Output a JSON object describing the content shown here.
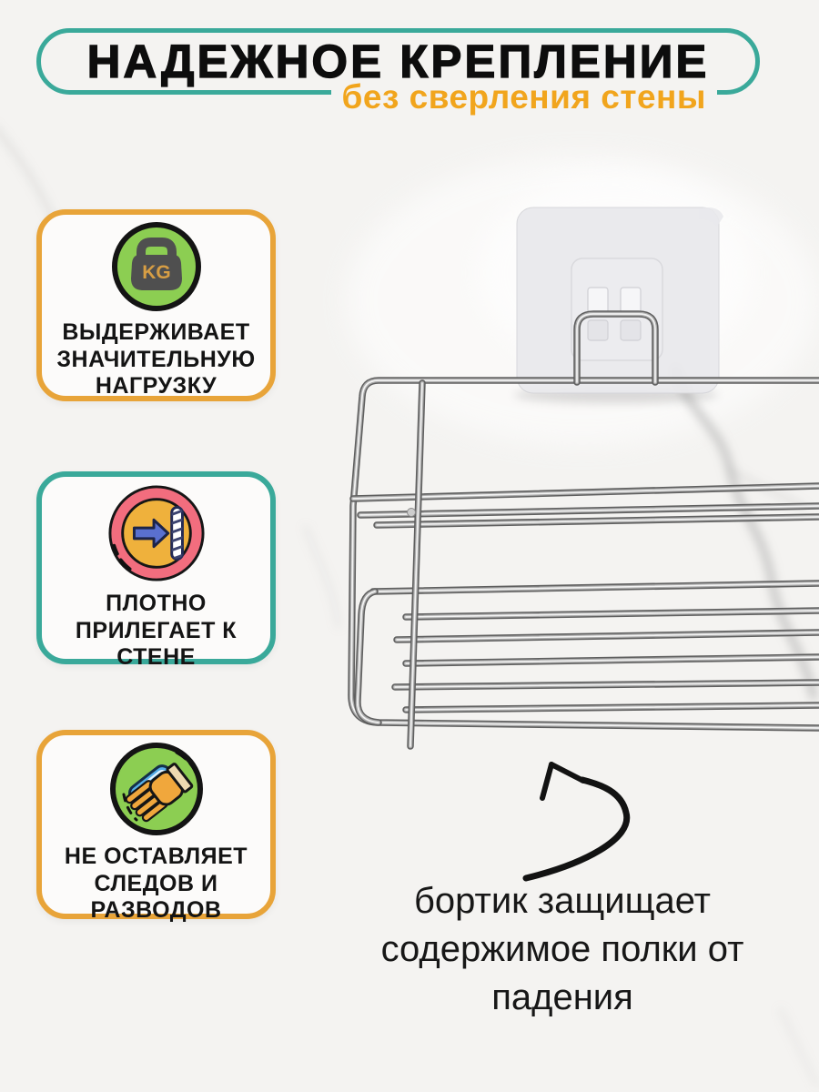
{
  "header": {
    "title": "НАДЕЖНОЕ КРЕПЛЕНИЕ",
    "subtitle": "без сверления стены"
  },
  "features": [
    {
      "icon": "kettlebell-weight-icon",
      "kg": "KG",
      "label": "ВЫДЕРЖИВАЕТ\nЗНАЧИТЕЛЬНУЮ\nНАГРУЗКУ",
      "border_color": "#E8A439",
      "icon_bg": "#8CCE52"
    },
    {
      "icon": "arrow-to-wall-icon",
      "label": "ПЛОТНО\nПРИЛЕГАЕТ К\nСТЕНЕ",
      "border_color": "#3AA99A",
      "icon_ring": "#F26D7E",
      "icon_bg": "#EFB13C"
    },
    {
      "icon": "wiping-hand-icon",
      "label": "НЕ ОСТАВЛЯЕТ\nСЛЕДОВ И\nРАЗВОДОВ",
      "border_color": "#E8A439",
      "icon_bg": "#8CCE52"
    }
  ],
  "callout": {
    "text": "бортик защищает\nсодержимое полки от\nпадения"
  },
  "photo": {
    "objects": [
      "marble-wall",
      "transparent-adhesive-pad",
      "chrome-wire-shelf",
      "hand-drawn-arrow"
    ]
  },
  "colors": {
    "teal_accent": "#3AA99A",
    "orange_accent": "#F1A51D",
    "card_orange_border": "#E8A439",
    "icon_green": "#8CCE52",
    "icon_pink": "#F26D7E",
    "icon_amber": "#EFB13C",
    "arrow_blue": "#5A70CF",
    "cloth_blue": "#55AEE8",
    "hand_orange": "#F0A73C",
    "kg_gold": "#D79E44",
    "background": "#F4F3F1",
    "chrome_dark": "#5F5F5F"
  }
}
